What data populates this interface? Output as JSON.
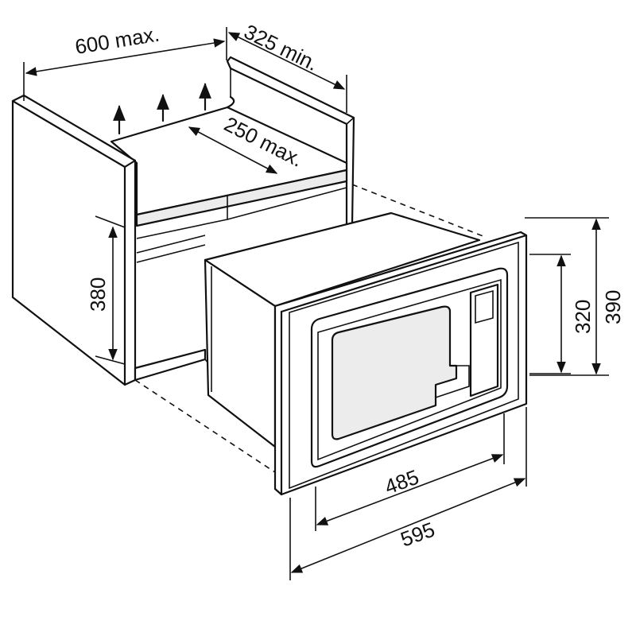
{
  "diagram": {
    "dimensions": {
      "cabinet_depth": "600 max.",
      "side_panel_depth": "325 min.",
      "shelf_depth": "250 max.",
      "opening_height": "380",
      "appliance_height": "320",
      "frame_height": "390",
      "appliance_width": "485",
      "frame_width": "595"
    },
    "colors": {
      "line": "#111111",
      "background": "#ffffff",
      "panel_fill": "#ececec"
    },
    "icons": {
      "ventilation_arrows": "up-arrow-icon"
    }
  }
}
